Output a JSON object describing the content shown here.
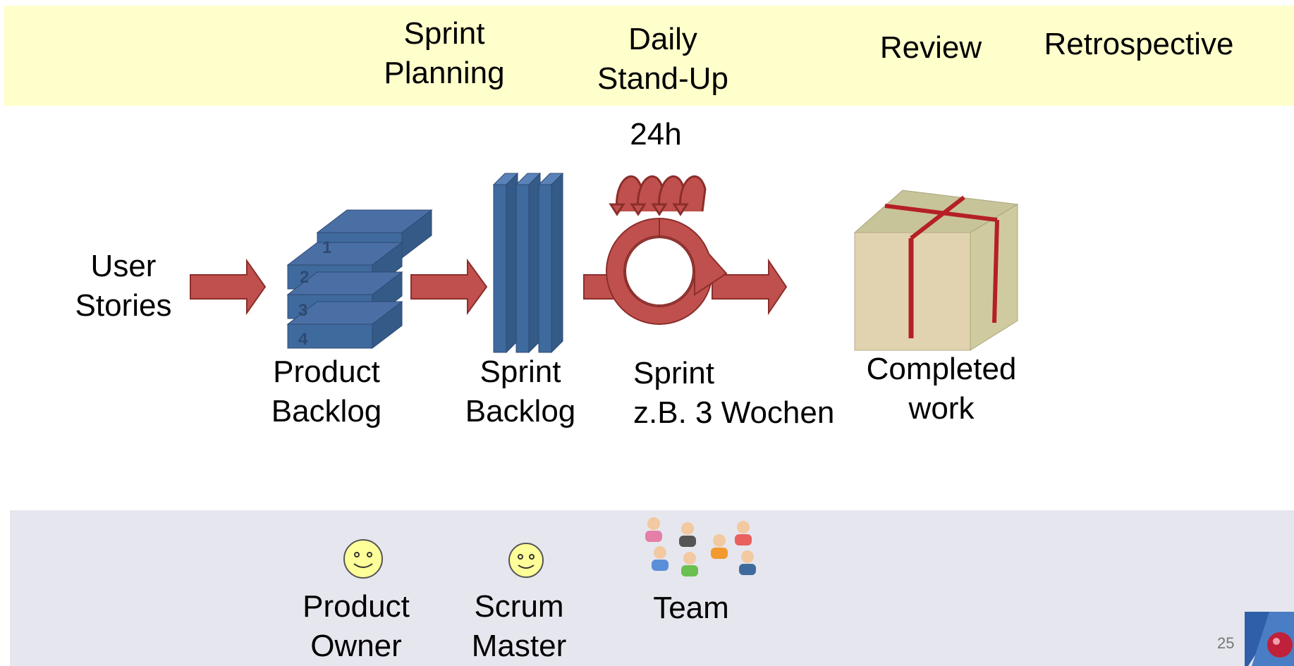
{
  "phases": {
    "sprint_planning": "Sprint\nPlanning",
    "daily_standup": "Daily\nStand-Up",
    "review": "Review",
    "retrospective": "Retrospective"
  },
  "cycle": {
    "hours": "24h"
  },
  "flow": {
    "user_stories": "User\nStories",
    "product_backlog": "Product\nBacklog",
    "sprint_backlog": "Sprint\nBacklog",
    "sprint": "Sprint\nz.B. 3 Wochen",
    "completed_work": "Completed\nwork",
    "backlog_numbers": [
      "1",
      "2",
      "3",
      "4"
    ]
  },
  "roles": {
    "product_owner": "Product\nOwner",
    "scrum_master": "Scrum\nMaster",
    "team": "Team"
  },
  "footer": {
    "page_number": "25"
  },
  "colors": {
    "top_band": "#ffffcc",
    "bottom_band": "#e6e6ee",
    "arrow": "#c0504d",
    "block": "#3f6a9e",
    "smiley": "#ffff99"
  }
}
